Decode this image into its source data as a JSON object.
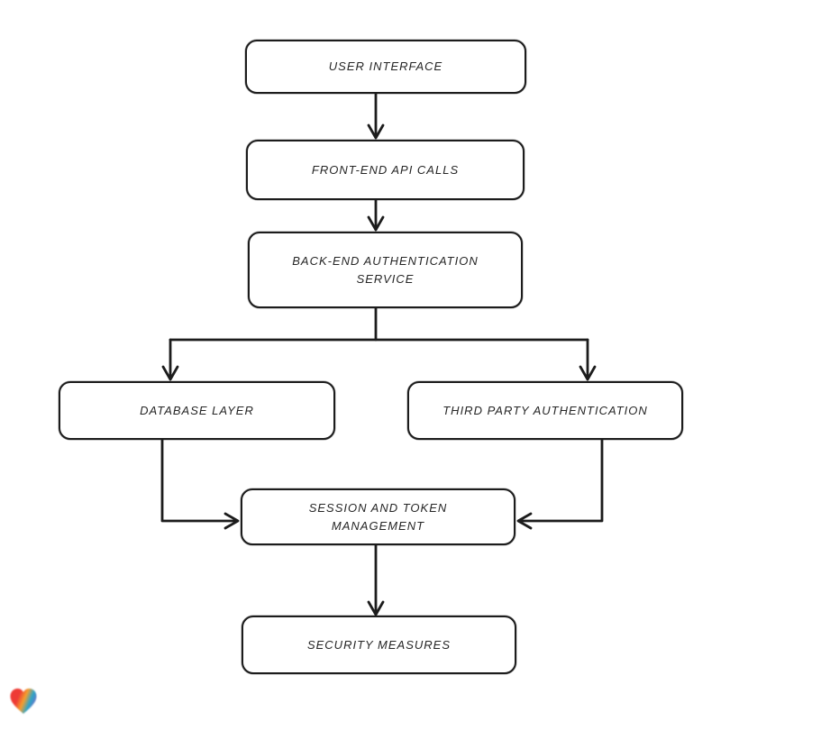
{
  "diagram": {
    "type": "flowchart",
    "background_color": "#ffffff",
    "stroke_color": "#1c1c1c",
    "nodes": [
      {
        "id": "ui",
        "label": "USER INTERFACE"
      },
      {
        "id": "api",
        "label": "FRONT-END API CALLS"
      },
      {
        "id": "auth",
        "label": "BACK-END AUTHENTICATION SERVICE"
      },
      {
        "id": "db",
        "label": "DATABASE LAYER"
      },
      {
        "id": "third",
        "label": "THIRD PARTY AUTHENTICATION"
      },
      {
        "id": "session",
        "label": "SESSION AND TOKEN MANAGEMENT"
      },
      {
        "id": "security",
        "label": "SECURITY MEASURES"
      }
    ],
    "edges": [
      {
        "from": "ui",
        "to": "api"
      },
      {
        "from": "api",
        "to": "auth"
      },
      {
        "from": "auth",
        "to": "db"
      },
      {
        "from": "auth",
        "to": "third"
      },
      {
        "from": "db",
        "to": "session"
      },
      {
        "from": "third",
        "to": "session"
      },
      {
        "from": "session",
        "to": "security"
      }
    ],
    "logo": {
      "name": "eraser-heart-logo",
      "colors": [
        "#ee3b34",
        "#f59e2c",
        "#2aa5c8",
        "#7a6bc9"
      ]
    }
  }
}
